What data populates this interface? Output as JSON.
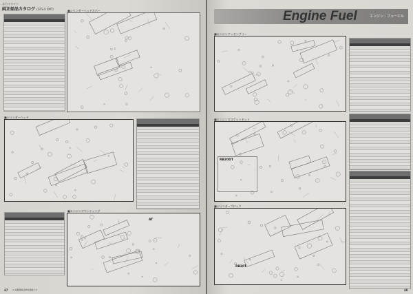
{
  "left_page": {
    "running_head": "スカイライン",
    "heading": "純正部品カタログ",
    "heading_note": "(GTS-X 5MT)",
    "sections": [
      "■シリンダーヘッドカバー",
      "■シリンダーヘッド",
      "■エンジンマウンティング"
    ],
    "diagram_label_at": "AT",
    "footnote": "※ 記載価格は参考価格です",
    "page_number": "47"
  },
  "right_page": {
    "title": "Engine Fuel",
    "subtitle": "エンジン・フューエル",
    "sections": [
      "■エンジンアッセンブリー",
      "■エンジンガスケットキット",
      "■シリンダーブロック"
    ],
    "diagram_labels": [
      "RB20DT",
      "RB20T"
    ],
    "page_number": "48"
  }
}
